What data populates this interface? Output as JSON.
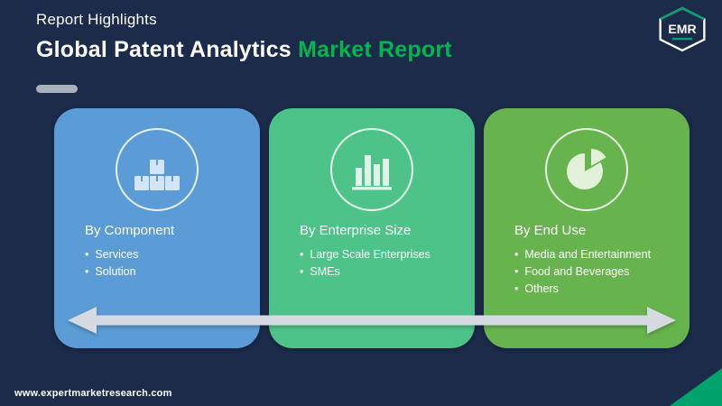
{
  "header": {
    "eyebrow": "Report Highlights",
    "title": "Global Patent Analytics",
    "title_accent": "Market Report"
  },
  "logo": {
    "text": "EMR"
  },
  "cards": [
    {
      "title": "By Component",
      "icon": "boxes-icon",
      "bg": "#5c9cd6",
      "items": [
        "Services",
        "Solution"
      ]
    },
    {
      "title": "By Enterprise Size",
      "icon": "bar-chart-icon",
      "bg": "#4ec389",
      "items": [
        "Large Scale Enterprises",
        "SMEs"
      ]
    },
    {
      "title": "By End Use",
      "icon": "pie-chart-icon",
      "bg": "#67b44e",
      "items": [
        "Media and Entertainment",
        "Food and Beverages",
        "Others"
      ]
    }
  ],
  "footer": {
    "website": "www.expertmarketresearch.com"
  },
  "colors": {
    "background": "#1c2b4a",
    "accent": "#00b64f",
    "arrow": "#d6dbe1",
    "corner": "#00a36c"
  }
}
